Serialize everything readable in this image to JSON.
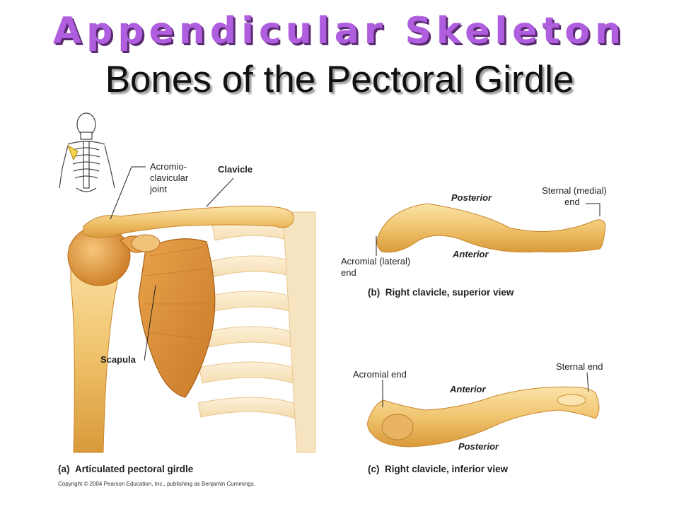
{
  "title": "Appendicular Skeleton",
  "subtitle": "Bones of the Pectoral Girdle",
  "panel_a": {
    "label_acromioclavicular": [
      "Acromio-",
      "clavicular",
      "joint"
    ],
    "label_clavicle": "Clavicle",
    "label_scapula": "Scapula",
    "caption_letter": "(a)",
    "caption": "Articulated pectoral girdle"
  },
  "panel_b": {
    "posterior": "Posterior",
    "anterior": "Anterior",
    "sternal_end": [
      "Sternal (medial)",
      "end"
    ],
    "acromial_end": [
      "Acromial (lateral)",
      "end"
    ],
    "caption_letter": "(b)",
    "caption": "Right clavicle, superior view"
  },
  "panel_c": {
    "acromial_end": "Acromial end",
    "sternal_end": "Sternal end",
    "anterior": "Anterior",
    "posterior": "Posterior",
    "caption_letter": "(c)",
    "caption": "Right clavicle, inferior view"
  },
  "copyright": "Copyright © 2004 Pearson Education, Inc., publishing as Benjamin Cummings.",
  "colors": {
    "title_purple": "#b05ee0",
    "bone": "#f0c878",
    "bone_dark": "#d99a3a",
    "scapula": "#d98a3a"
  }
}
